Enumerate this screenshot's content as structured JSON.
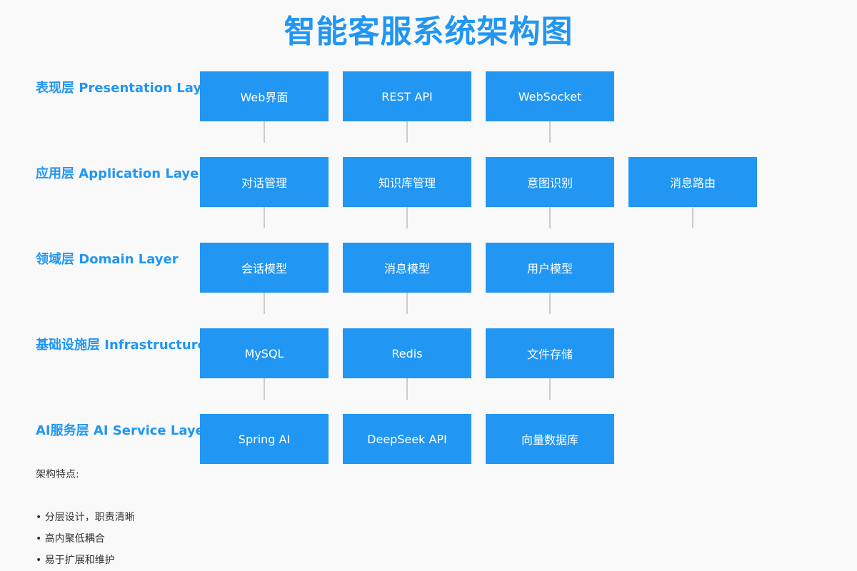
{
  "title": "智能客服系统架构图",
  "layers": [
    {
      "label": "表现层 Presentation Layer",
      "components": [
        "Web界面",
        "REST API",
        "WebSocket"
      ]
    },
    {
      "label": "应用层 Application Layer",
      "components": [
        "对话管理",
        "知识库管理",
        "意图识别",
        "消息路由"
      ]
    },
    {
      "label": "领域层 Domain Layer",
      "components": [
        "会话模型",
        "消息模型",
        "用户模型"
      ]
    },
    {
      "label": "基础设施层 Infrastructure Layer",
      "components": [
        "MySQL",
        "Redis",
        "文件存储"
      ]
    },
    {
      "label": "AI服务层 AI Service Layer",
      "components": [
        "Spring AI",
        "DeepSeek API",
        "向量数据库"
      ]
    }
  ],
  "notes": {
    "heading": "架构特点:",
    "items": [
      "分层设计，职责清晰",
      "高内聚低耦合",
      "易于扩展和维护"
    ]
  },
  "colors": {
    "accent": "#2196f3",
    "connector": "#cccccc",
    "background": "#f9f9f9"
  }
}
